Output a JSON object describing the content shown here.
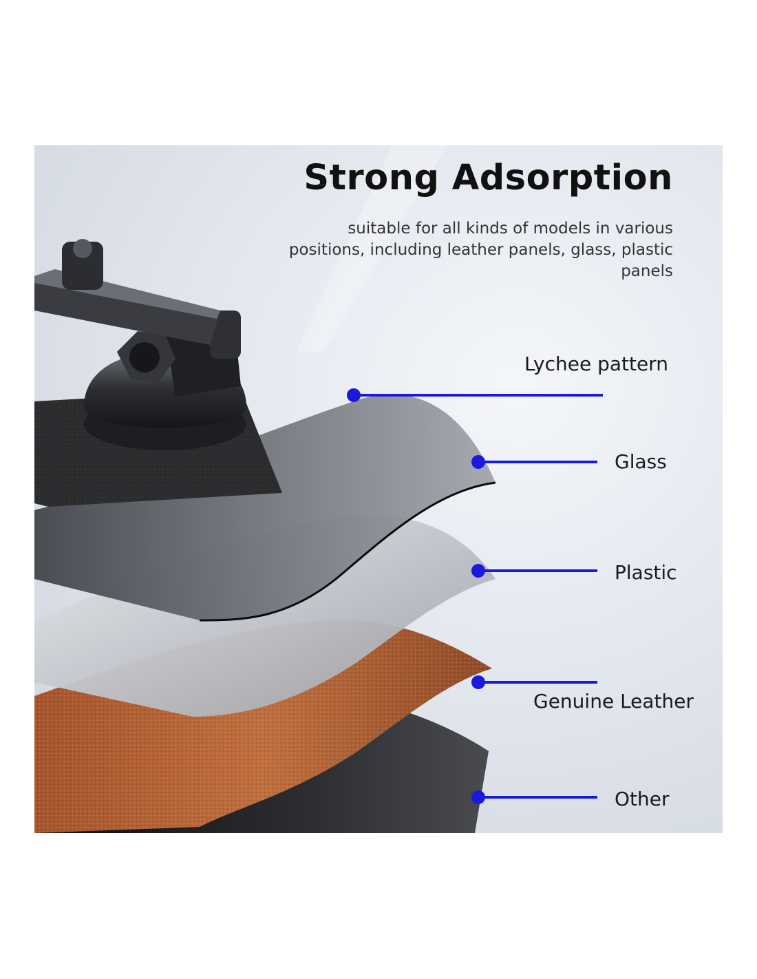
{
  "headline": "Strong Adsorption",
  "description": "suitable for all kinds of models in various positions, including leather panels, glass, plastic panels",
  "accent_color": "#1a1adf",
  "product_illustration": "car phone holder suction cup on layered surfaces",
  "callouts": [
    {
      "label": "Lychee pattern"
    },
    {
      "label": "Glass"
    },
    {
      "label": "Plastic"
    },
    {
      "label": "Genuine Leather"
    },
    {
      "label": "Other"
    }
  ]
}
